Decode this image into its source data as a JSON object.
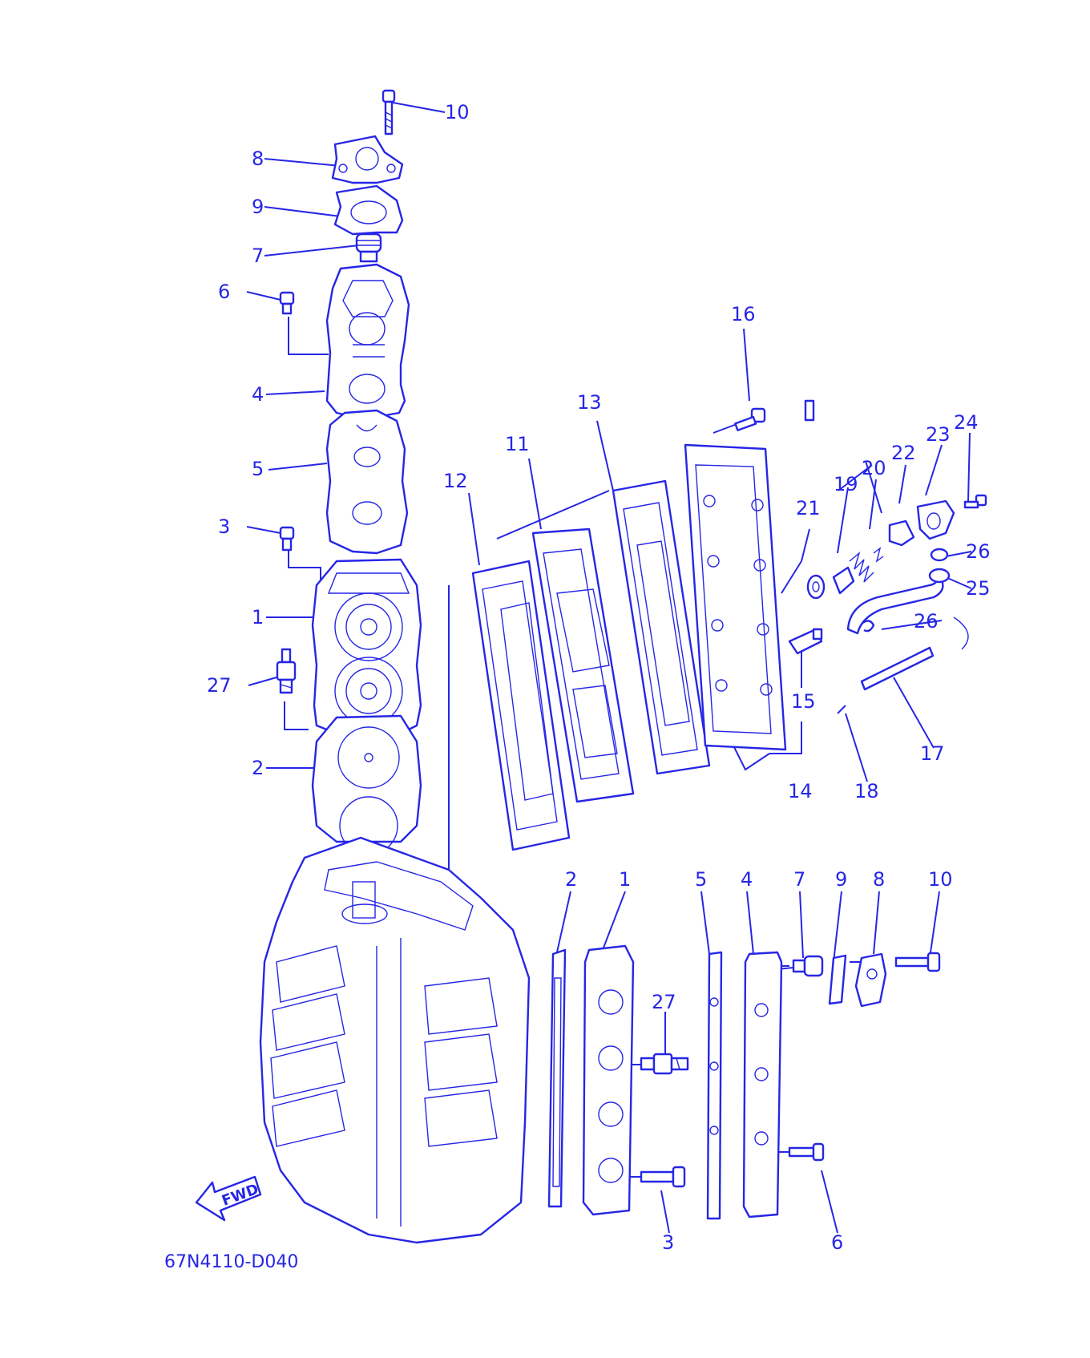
{
  "diagram": {
    "code": "67N4110-D040",
    "fwd_label": "FWD",
    "colors": {
      "line": "#2626e6",
      "background": "#ffffff"
    },
    "labels": [
      {
        "id": "l10a",
        "text": "10"
      },
      {
        "id": "l8a",
        "text": "8"
      },
      {
        "id": "l9a",
        "text": "9"
      },
      {
        "id": "l7a",
        "text": "7"
      },
      {
        "id": "l6a",
        "text": "6"
      },
      {
        "id": "l4a",
        "text": "4"
      },
      {
        "id": "l5a",
        "text": "5"
      },
      {
        "id": "l3a",
        "text": "3"
      },
      {
        "id": "l1a",
        "text": "1"
      },
      {
        "id": "l27a",
        "text": "27"
      },
      {
        "id": "l2a",
        "text": "2"
      },
      {
        "id": "l16",
        "text": "16"
      },
      {
        "id": "l13",
        "text": "13"
      },
      {
        "id": "l11",
        "text": "11"
      },
      {
        "id": "l12",
        "text": "12"
      },
      {
        "id": "l24",
        "text": "24"
      },
      {
        "id": "l23",
        "text": "23"
      },
      {
        "id": "l22",
        "text": "22"
      },
      {
        "id": "l20",
        "text": "20"
      },
      {
        "id": "l19",
        "text": "19"
      },
      {
        "id": "l21",
        "text": "21"
      },
      {
        "id": "l26a",
        "text": "26"
      },
      {
        "id": "l25",
        "text": "25"
      },
      {
        "id": "l26b",
        "text": "26"
      },
      {
        "id": "l15",
        "text": "15"
      },
      {
        "id": "l14",
        "text": "14"
      },
      {
        "id": "l18",
        "text": "18"
      },
      {
        "id": "l17",
        "text": "17"
      },
      {
        "id": "l2b",
        "text": "2"
      },
      {
        "id": "l1b",
        "text": "1"
      },
      {
        "id": "l5b",
        "text": "5"
      },
      {
        "id": "l4b",
        "text": "4"
      },
      {
        "id": "l7b",
        "text": "7"
      },
      {
        "id": "l9b",
        "text": "9"
      },
      {
        "id": "l8b",
        "text": "8"
      },
      {
        "id": "l10b",
        "text": "10"
      },
      {
        "id": "l27b",
        "text": "27"
      },
      {
        "id": "l3b",
        "text": "3"
      },
      {
        "id": "l6b",
        "text": "6"
      }
    ]
  }
}
